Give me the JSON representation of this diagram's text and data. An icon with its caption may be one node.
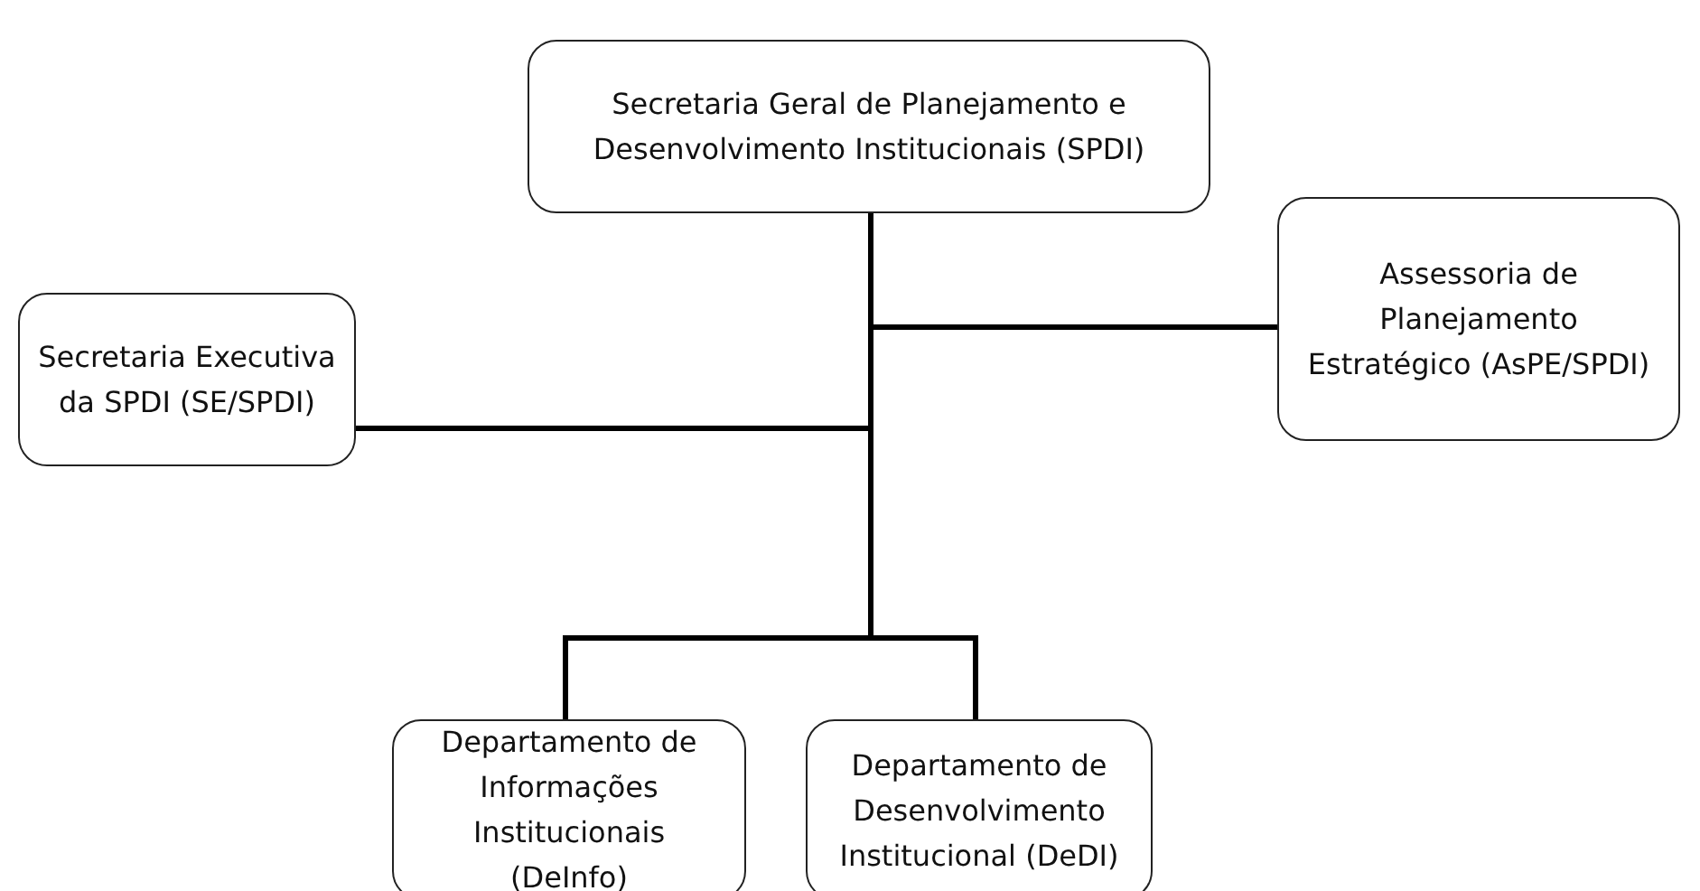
{
  "diagram": {
    "nodes": [
      {
        "text": [
          "Secretaria Geral de Planejamento e Desenvolvimento Institucionais (SPDI)"
        ]
      },
      {
        "text": [
          "Assessoria de Planejamento Estratégico (AsPE/SPDI)"
        ]
      },
      {
        "text": [
          "Secretaria Executiva da SPDI (SE/SPDI)"
        ]
      },
      {
        "text": [
          "Departamento de Informações Institucionais (DeInfo)"
        ]
      },
      {
        "text": [
          "Departamento de Desenvolvimento Institucional (DeDI)"
        ]
      }
    ],
    "edges": [
      {
        "from": 0,
        "to": 1,
        "arrow": "none"
      },
      {
        "from": 0,
        "to": 2,
        "arrow": "none"
      },
      {
        "from": 0,
        "to": 3,
        "arrow": "none"
      },
      {
        "from": 0,
        "to": 4,
        "arrow": "none"
      }
    ]
  }
}
